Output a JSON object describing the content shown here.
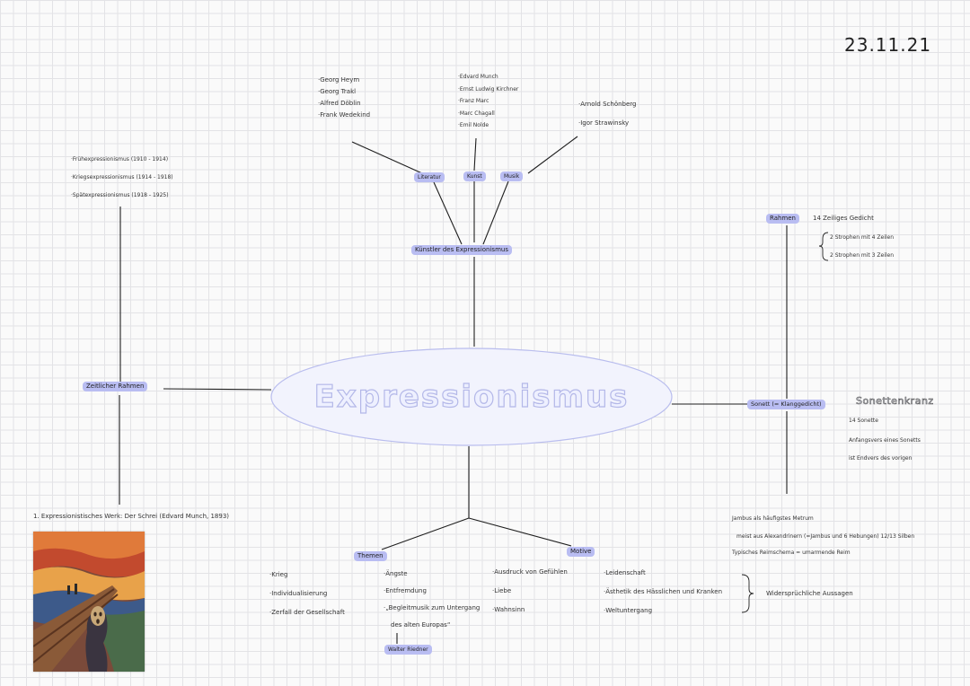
{
  "date": "23.11.21",
  "center": {
    "title": "Expressionismus"
  },
  "artists": {
    "hub": "Künstler des Expressionismus",
    "categories": [
      "Literatur",
      "Kunst",
      "Musik"
    ],
    "literature": [
      "Georg Heym",
      "Georg Trakl",
      "Alfred Döblin",
      "Frank Wedekind"
    ],
    "art": [
      "Edvard Munch",
      "Ernst Ludwig Kirchner",
      "Franz Marc",
      "Marc Chagall",
      "Emil Nolde"
    ],
    "music": [
      "Arnold Schönberg",
      "Igor Strawinsky"
    ]
  },
  "zeit": {
    "label": "Zeitlicher Rahmen",
    "periods": [
      "Frühexpressionismus (1910 - 1914)",
      "Kriegsexpressionismus (1914 - 1918)",
      "Spätexpressionismus (1918 - 1925)"
    ],
    "caption": "1. Expressionistisches Werk: Der Schrei (Edvard Munch, 1893)"
  },
  "rahmen": {
    "label": "Rahmen",
    "lines": [
      "14 Zeiliges Gedicht",
      "2 Strophen mit 4 Zeilen",
      "2 Strophen mit 3 Zeilen"
    ]
  },
  "sonett": {
    "label": "Sonett (= Klanggedicht)",
    "outline_title": "Sonettenkranz",
    "kranz": [
      "14 Sonette",
      "Anfangsvers eines Sonetts",
      "ist Endvers des vorigen"
    ],
    "bottom": [
      "Jambus als häufigstes Metrum",
      "meist aus Alexandrinern (=Jambus und 6 Hebungen) 12/13 Silben",
      "Typisches Reimschema = umarmende Reim"
    ]
  },
  "themen": {
    "label": "Themen",
    "col1": [
      "Krieg",
      "Individualisierung",
      "Zerfall der Gesellschaft"
    ],
    "col2": [
      "Ängste",
      "Entfremdung",
      "„Begleitmusik zum Untergang",
      "des alten Europas“"
    ],
    "sub_label": "Walter Riedner"
  },
  "motive": {
    "label": "Motive",
    "col1": [
      "Ausdruck von Gefühlen",
      "Liebe",
      "Wahnsinn"
    ],
    "col2": [
      "Leidenschaft",
      "Ästhetik des Hässlichen und Kranken",
      "Weltuntergang"
    ],
    "brace_label": "Widersprüchliche Aussagen"
  }
}
